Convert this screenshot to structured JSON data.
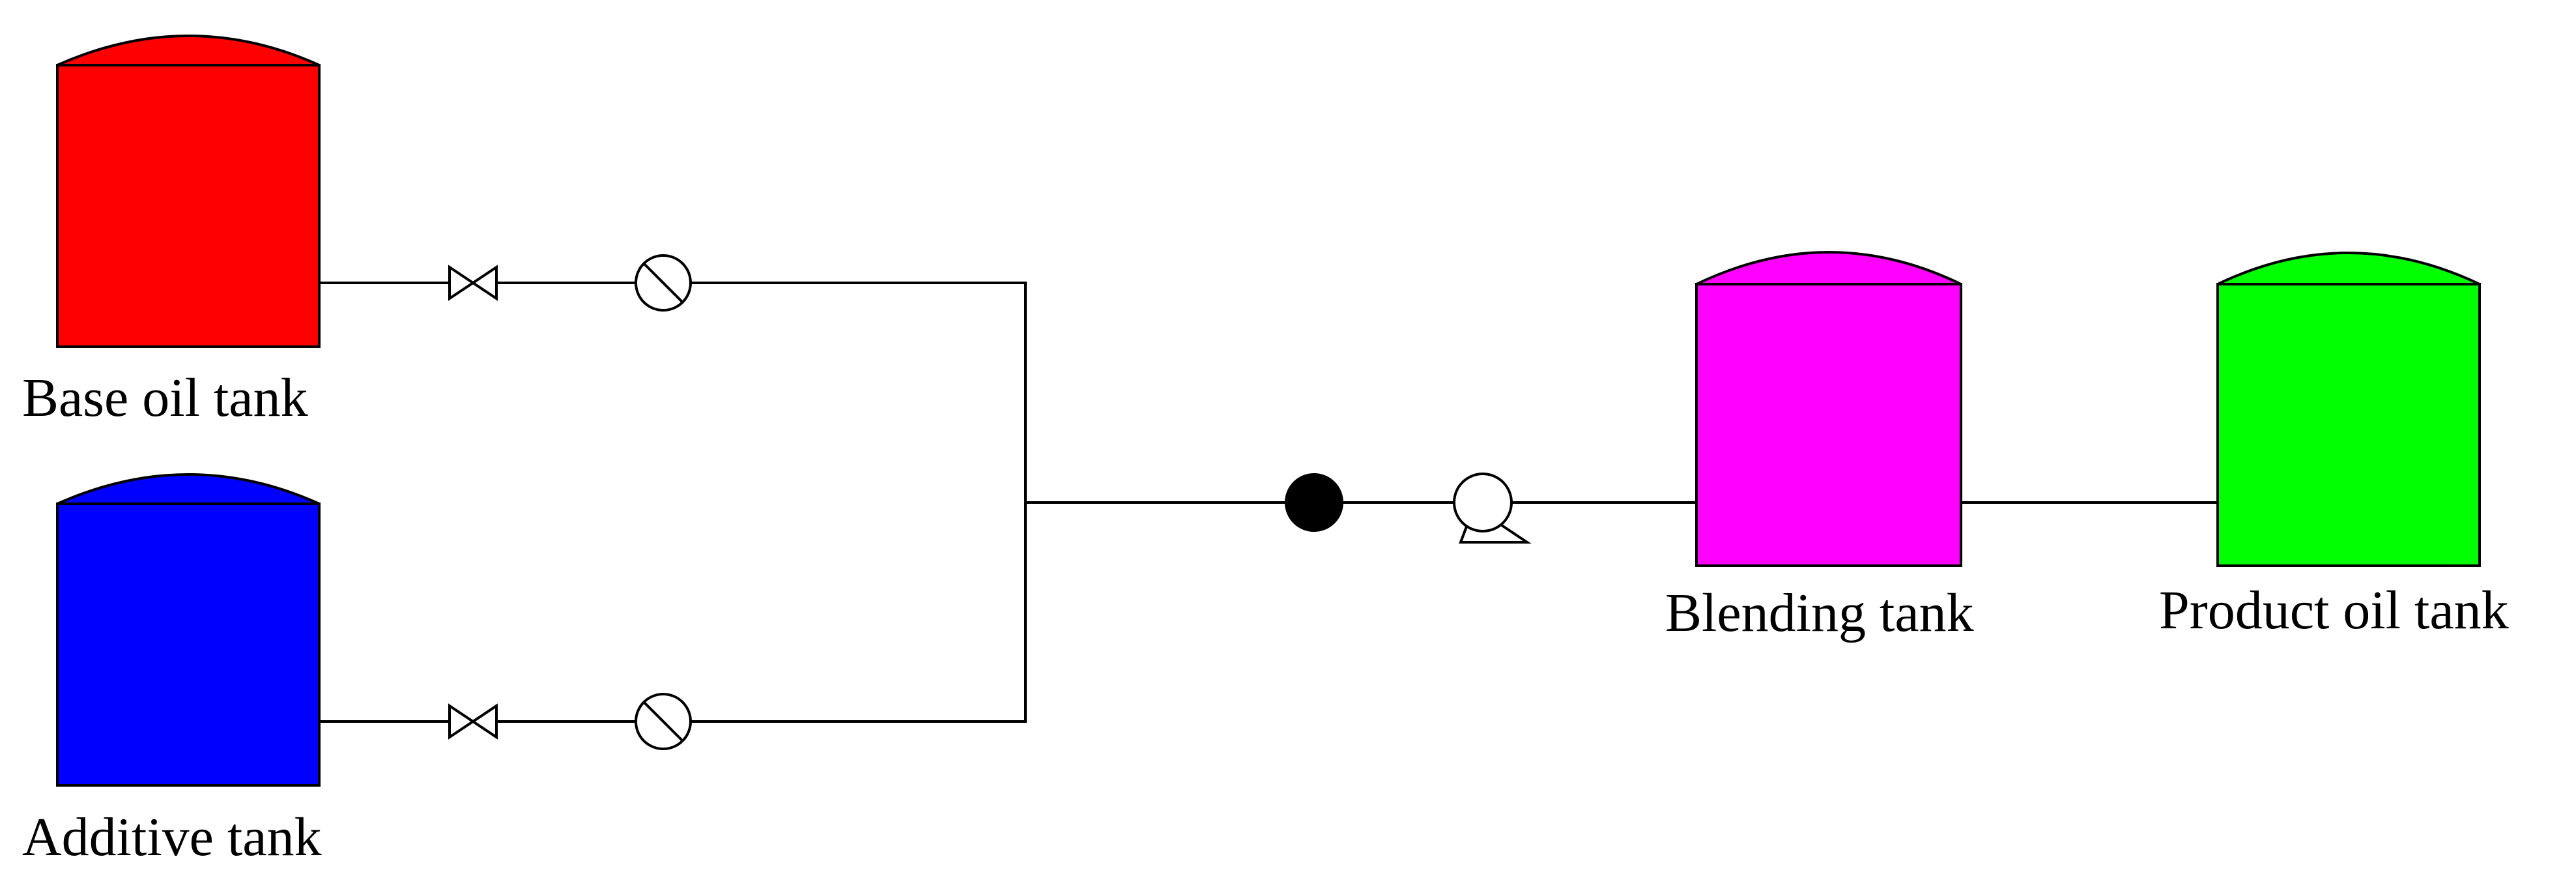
{
  "tanks": {
    "base_oil": {
      "label": "Base oil tank",
      "color": "#ff0000"
    },
    "additive": {
      "label": "Additive tank",
      "color": "#0000ff"
    },
    "blending": {
      "label": "Blending tank",
      "color": "#ff00ff"
    },
    "product_oil": {
      "label": "Product oil tank",
      "color": "#00ff00"
    }
  },
  "symbols": {
    "valve": "gate-valve-icon",
    "flowmeter": "flowmeter-icon",
    "junction": "filled-circle-icon",
    "pump": "pump-icon"
  },
  "colors": {
    "line": "#000000",
    "junction_fill": "#000000",
    "background": "#ffffff"
  }
}
